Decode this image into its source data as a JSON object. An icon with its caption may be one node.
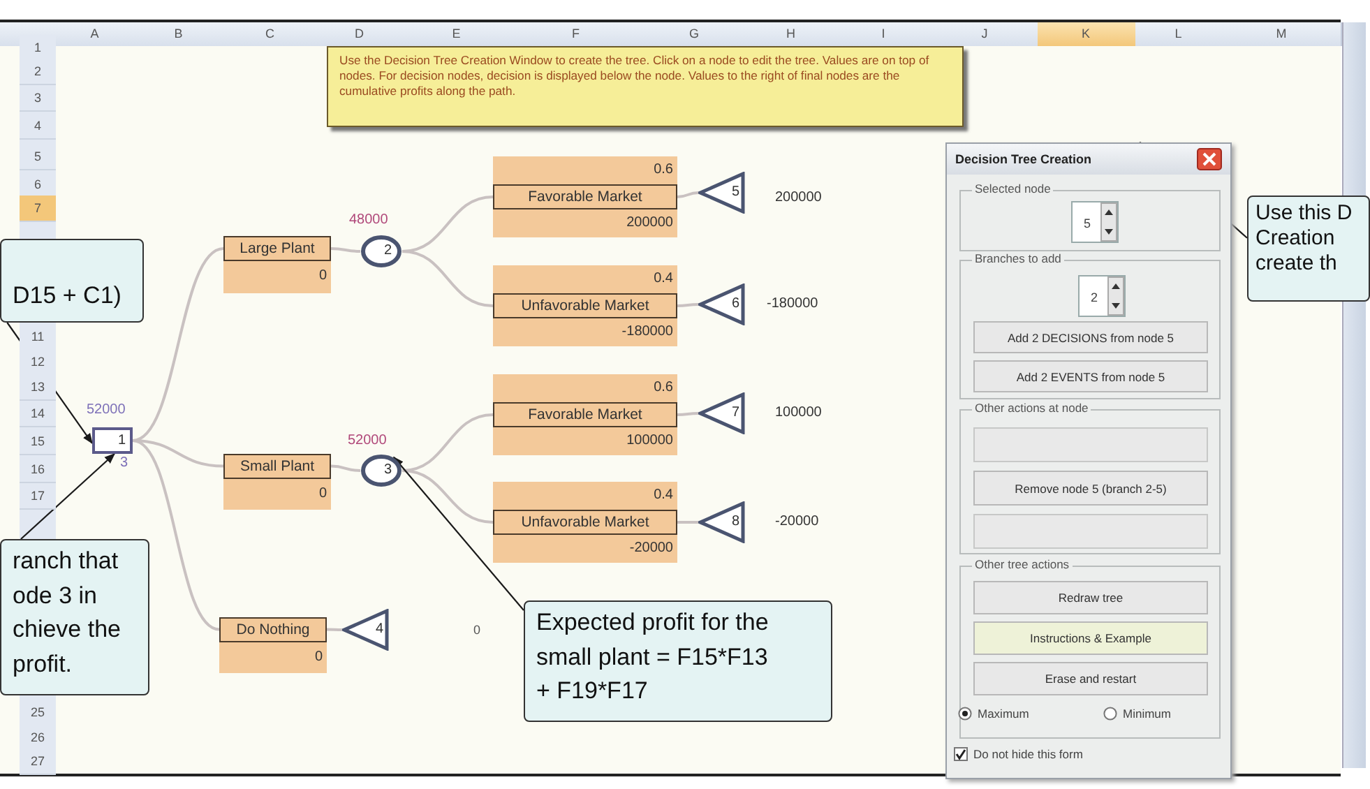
{
  "diagram": {
    "nodes": [
      {
        "text": [
          "Use the Decision Tree Creation Window to create the tree. Click on a node to edit the tree. Values are on top of nodes. For decision nodes, decision is displayed below the node. Values to the right of final nodes are the cumulative profits along the path."
        ]
      },
      {
        "text": [
          "1"
        ],
        "beside": [
          "52000",
          "3"
        ]
      },
      {
        "text": [
          "Large Plant",
          "0"
        ]
      },
      {
        "text": [
          "2"
        ],
        "beside": [
          "48000"
        ]
      },
      {
        "text": [
          "0.6",
          "Favorable Market",
          "200000"
        ]
      },
      {
        "text": [
          "5"
        ],
        "beside": [
          "200000"
        ]
      },
      {
        "text": [
          "0.4",
          "Unfavorable Market",
          "-180000"
        ]
      },
      {
        "text": [
          "6"
        ],
        "beside": [
          "-180000"
        ]
      },
      {
        "text": [
          "Small Plant",
          "0"
        ]
      },
      {
        "text": [
          "3"
        ],
        "beside": [
          "52000"
        ]
      },
      {
        "text": [
          "0.6",
          "Favorable Market",
          "100000"
        ]
      },
      {
        "text": [
          "7"
        ],
        "beside": [
          "100000"
        ]
      },
      {
        "text": [
          "0.4",
          "Unfavorable Market",
          "-20000"
        ]
      },
      {
        "text": [
          "8"
        ],
        "beside": [
          "-20000"
        ]
      },
      {
        "text": [
          "Do Nothing",
          "0"
        ]
      },
      {
        "text": [
          "4"
        ]
      },
      {
        "text": [
          "Decision Tree Creation"
        ]
      },
      {
        "text": [
          "Selected node"
        ],
        "in": 16
      },
      {
        "text": [
          "5"
        ],
        "in": 17
      },
      {
        "text": [
          "Branches to add"
        ],
        "in": 16
      },
      {
        "text": [
          "2"
        ],
        "in": 19
      },
      {
        "text": [
          "Add 2 DECISIONS from node 5"
        ],
        "in": 19
      },
      {
        "text": [
          "Add 2 EVENTS from node 5"
        ],
        "in": 19
      },
      {
        "text": [
          "Other actions at node"
        ],
        "in": 16
      },
      {
        "text": [],
        "shape": "box",
        "in": 23
      },
      {
        "text": [
          "Remove node 5 (branch 2-5)"
        ],
        "in": 23
      },
      {
        "text": [],
        "shape": "box",
        "in": 23
      },
      {
        "text": [
          "Other tree actions"
        ],
        "in": 16
      },
      {
        "text": [
          "Redraw tree"
        ],
        "in": 27
      },
      {
        "text": [
          "Instructions & Example"
        ],
        "in": 27
      },
      {
        "text": [
          "Erase and restart"
        ],
        "in": 27
      },
      {
        "text": [
          "D15 + C1)"
        ]
      },
      {
        "text": [
          "ranch that ode 3 in chieve the profit."
        ]
      },
      {
        "text": [
          "Expected profit for the small plant = F15*F13 + F19*F17"
        ]
      },
      {
        "text": [
          "Use this D Creation create th"
        ]
      }
    ],
    "edges": [
      {
        "from": 1,
        "to": 2,
        "arrow": "none"
      },
      {
        "from": 2,
        "to": 3,
        "arrow": "none"
      },
      {
        "from": 3,
        "to": 4,
        "arrow": "none"
      },
      {
        "from": 4,
        "to": 5,
        "arrow": "none"
      },
      {
        "from": 3,
        "to": 6,
        "arrow": "none"
      },
      {
        "from": 6,
        "to": 7,
        "arrow": "none"
      },
      {
        "from": 1,
        "to": 8,
        "arrow": "none"
      },
      {
        "from": 8,
        "to": 9,
        "arrow": "none"
      },
      {
        "from": 9,
        "to": 10,
        "arrow": "none"
      },
      {
        "from": 10,
        "to": 11,
        "arrow": "none"
      },
      {
        "from": 9,
        "to": 12,
        "arrow": "none"
      },
      {
        "from": 12,
        "to": 13,
        "arrow": "none"
      },
      {
        "from": 1,
        "to": 14,
        "arrow": "none"
      },
      {
        "from": 14,
        "to": 15,
        "arrow": "none"
      },
      {
        "from": 31,
        "to": 1,
        "arrow": "to",
        "color": "#1a1a1a"
      },
      {
        "from": 32,
        "to": 1,
        "arrow": "to",
        "color": "#1a1a1a"
      },
      {
        "from": 33,
        "to": 9,
        "arrow": "to",
        "color": "#1a1a1a"
      },
      {
        "from": 34,
        "to": 16,
        "arrow": "to",
        "color": "#1a1a1a"
      }
    ],
    "labels": [
      "A",
      "B",
      "C",
      "D",
      "E",
      "F",
      "G",
      "H",
      "I",
      "J",
      "K",
      "L",
      "M",
      "1",
      "2",
      "3",
      "4",
      "5",
      "6",
      "7",
      "11",
      "12",
      "13",
      "14",
      "15",
      "16",
      "17",
      "25",
      "26",
      "27",
      "0",
      "Maximum",
      "Minimum",
      "Do not hide this form"
    ]
  }
}
